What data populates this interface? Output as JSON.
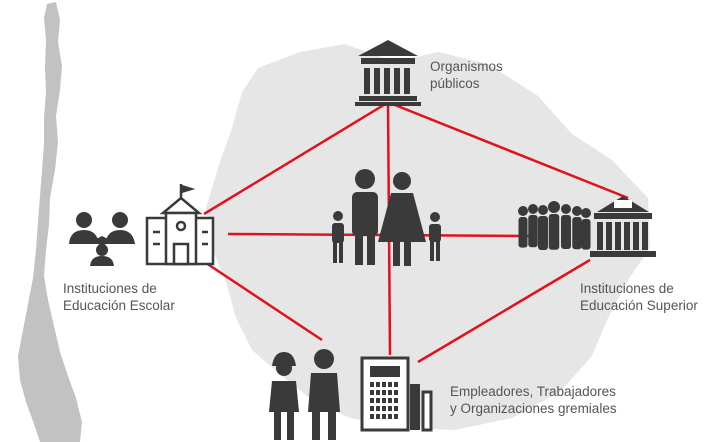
{
  "diagram": {
    "colors": {
      "edge": "#e3101e",
      "icon": "#3a3a3a",
      "map_fill": "#e6e6e6",
      "strip_fill": "#c2c2c2",
      "text": "#555555"
    },
    "nodes": {
      "center": {
        "icon": "family-icon"
      },
      "top": {
        "icon": "government-building-icon",
        "label_lines": [
          "Organismos",
          "públicos"
        ]
      },
      "left": {
        "icon": "school-with-students-icon",
        "label_lines": [
          "Instituciones de",
          "Educación Escolar"
        ]
      },
      "right": {
        "icon": "university-with-crowd-icon",
        "label_lines": [
          "Instituciones de",
          "Educación Superior"
        ]
      },
      "bottom": {
        "icon": "workers-and-building-icon",
        "label_lines": [
          "Empleadores, Trabajadores",
          "y Organizaciones gremiales"
        ]
      }
    },
    "edges": [
      [
        "top",
        "left"
      ],
      [
        "top",
        "right"
      ],
      [
        "top",
        "bottom"
      ],
      [
        "left",
        "center"
      ],
      [
        "center",
        "right"
      ],
      [
        "left",
        "bottom"
      ],
      [
        "right",
        "bottom"
      ]
    ]
  }
}
